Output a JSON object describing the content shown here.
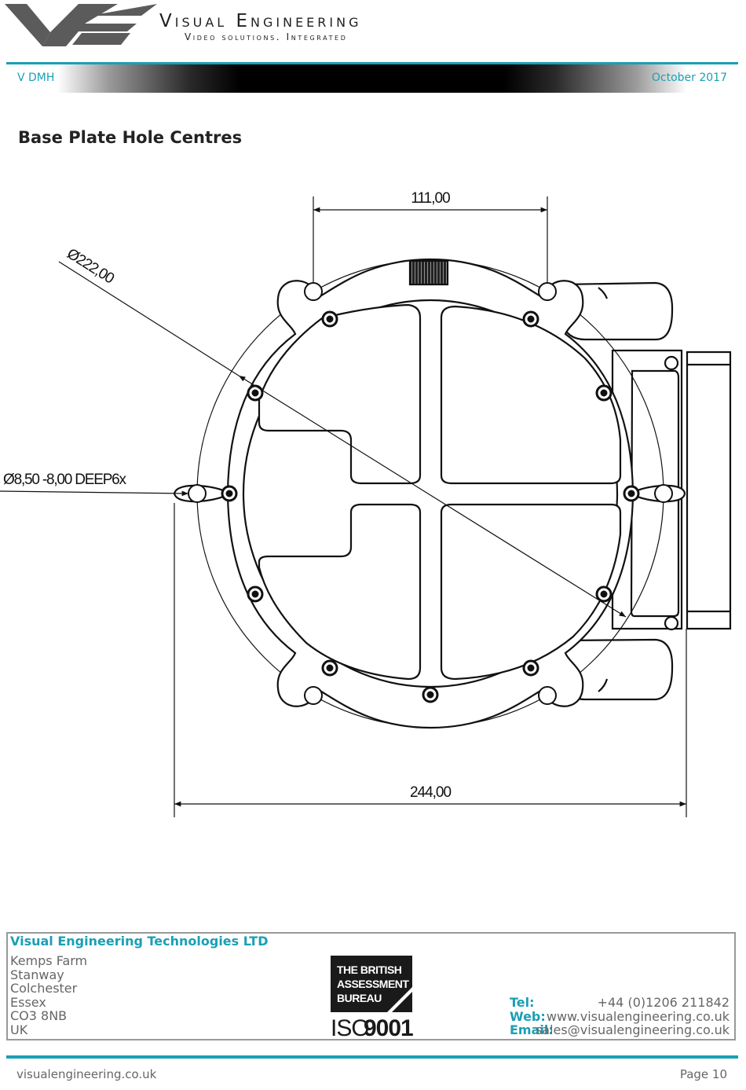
{
  "brand": {
    "name": "Visual Engineering",
    "tagline": "Video solutions. Integrated"
  },
  "header": {
    "doc_code": "V DMH",
    "date": "October 2017"
  },
  "section_title": "Base Plate Hole Centres",
  "drawing": {
    "dim_top": "111,00",
    "dim_diameter": "Ø222,00",
    "dim_hole": "Ø8,50 -8,00 DEEP6x",
    "dim_bottom": "244,00"
  },
  "footer": {
    "company": "Visual Engineering Technologies LTD",
    "address": [
      "Kemps Farm",
      "Stanway",
      "Colchester",
      "Essex",
      "CO3 8NB",
      "UK"
    ],
    "cert": {
      "line1": "THE BRITISH",
      "line2": "ASSESSMENT",
      "line3": "BUREAU",
      "iso_prefix": "ISO",
      "iso_number": "9001"
    },
    "contact": {
      "tel_label": "Tel:",
      "tel": "+44 (0)1206 211842",
      "web_label": "Web:",
      "web": "www.visualengineering.co.uk",
      "email_label": "Email:",
      "email": "sales@visualengineering.co.uk"
    },
    "site": "visualengineering.co.uk",
    "page": "Page 10"
  },
  "colors": {
    "accent": "#1a9fb4",
    "logo_grey": "#5d5d5d"
  }
}
